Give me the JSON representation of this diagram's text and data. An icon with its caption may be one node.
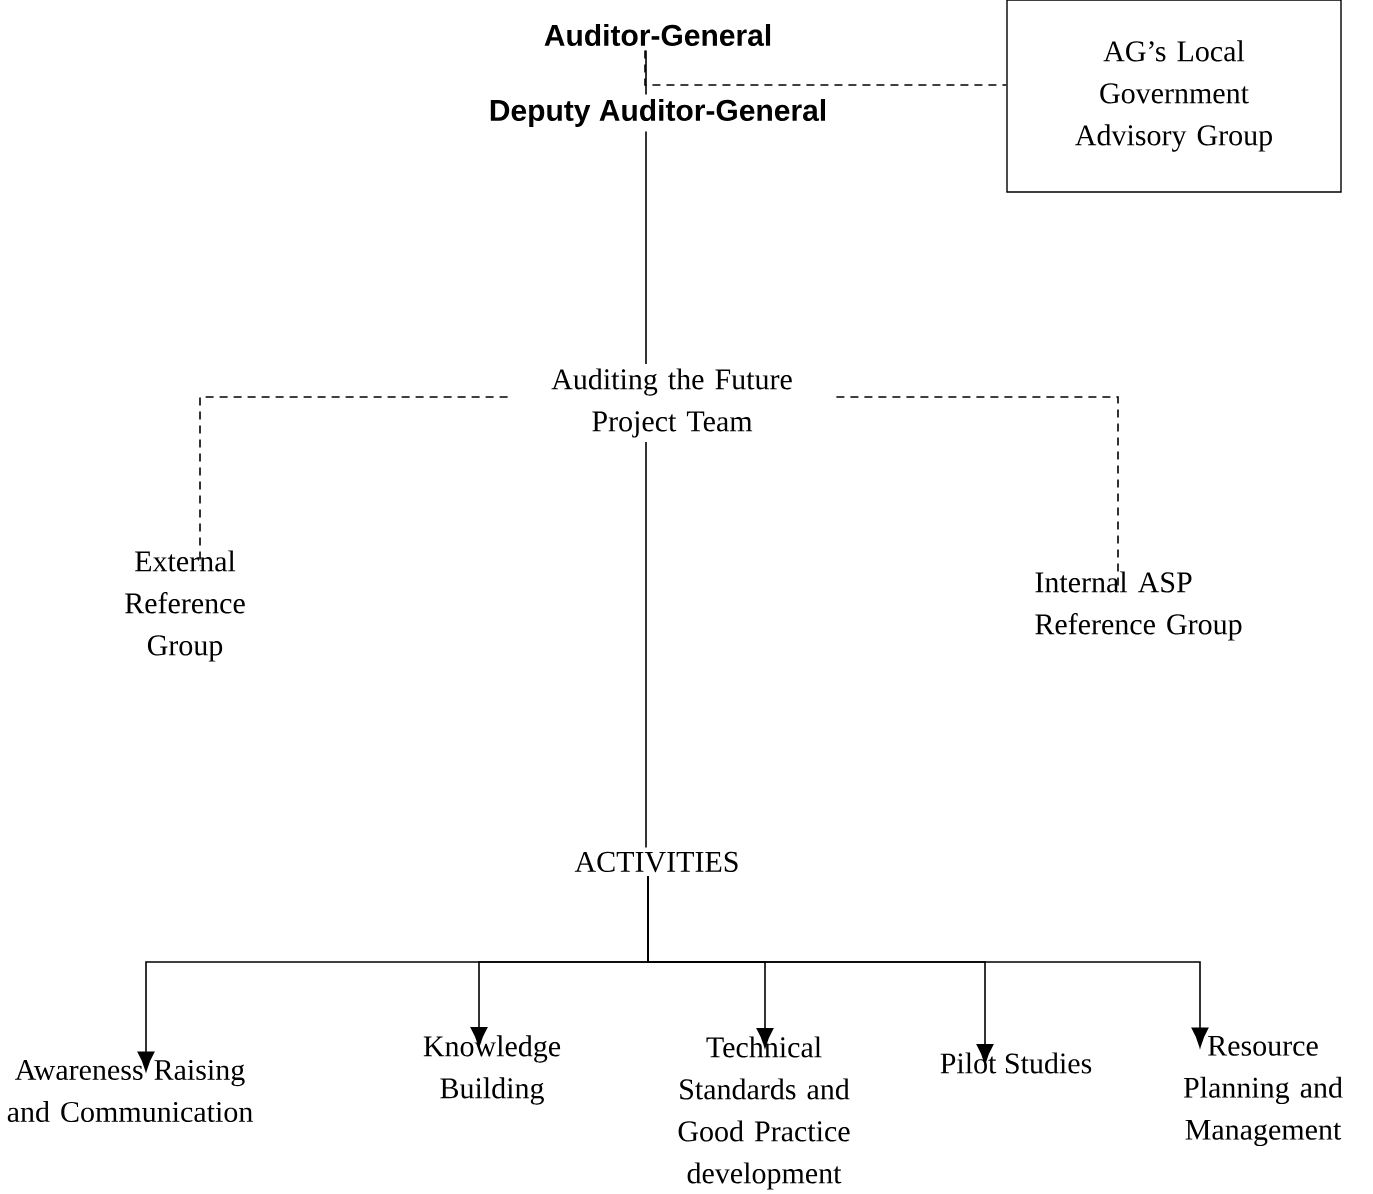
{
  "diagram": {
    "nodes": [
      {
        "text": [
          "Auditor-General"
        ]
      },
      {
        "text": [
          "Deputy Auditor-General"
        ]
      },
      {
        "text": [
          "AG’s Local Government Advisory Group"
        ]
      },
      {
        "text": [
          "Auditing the Future Project Team"
        ]
      },
      {
        "text": [
          "External Reference Group"
        ]
      },
      {
        "text": [
          "Internal ASP Reference Group"
        ]
      },
      {
        "text": [
          "ACTIVITIES"
        ]
      },
      {
        "text": [
          "Awareness Raising and Communication"
        ]
      },
      {
        "text": [
          "Knowledge Building"
        ]
      },
      {
        "text": [
          "Technical Standards and Good Practice development"
        ]
      },
      {
        "text": [
          "Pilot Studies"
        ]
      },
      {
        "text": [
          "Resource Planning and Management"
        ]
      }
    ],
    "edges": [
      {
        "from": 0,
        "to": 1,
        "arrow": "none"
      },
      {
        "from": 0,
        "to": 2,
        "arrow": "none",
        "style": "dashed"
      },
      {
        "from": 1,
        "to": 3,
        "arrow": "none"
      },
      {
        "from": 3,
        "to": 4,
        "arrow": "none",
        "style": "dashed"
      },
      {
        "from": 3,
        "to": 5,
        "arrow": "none",
        "style": "dashed"
      },
      {
        "from": 3,
        "to": 6,
        "arrow": "none"
      },
      {
        "from": 6,
        "to": 7,
        "arrow": "to"
      },
      {
        "from": 6,
        "to": 8,
        "arrow": "to"
      },
      {
        "from": 6,
        "to": 9,
        "arrow": "to"
      },
      {
        "from": 6,
        "to": 10,
        "arrow": "to"
      },
      {
        "from": 6,
        "to": 11,
        "arrow": "to"
      }
    ]
  }
}
